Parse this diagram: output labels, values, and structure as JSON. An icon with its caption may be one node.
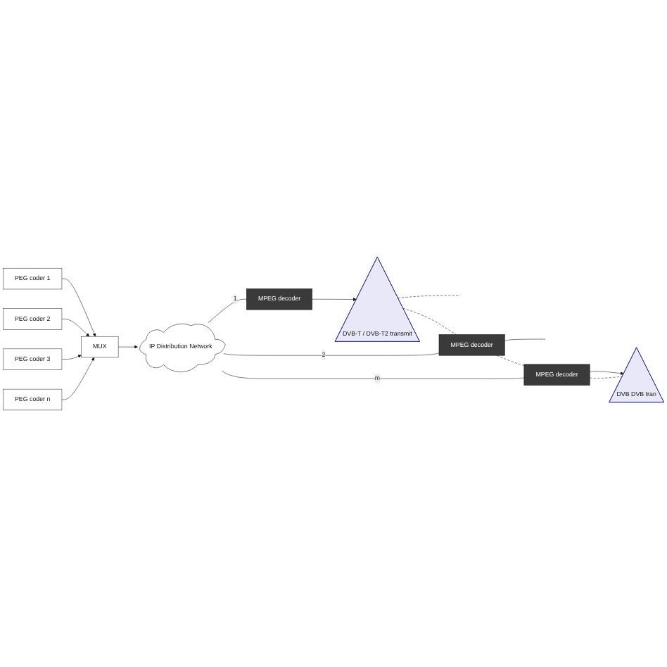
{
  "diagram": {
    "nodes": [
      {
        "text": [
          "PEG coder 1"
        ]
      },
      {
        "text": [
          "PEG coder 2"
        ]
      },
      {
        "text": [
          "PEG coder 3"
        ]
      },
      {
        "text": [
          "PEG coder n"
        ]
      },
      {
        "text": [
          "MUX"
        ]
      },
      {
        "text": [
          "IP Distribution Network"
        ]
      },
      {
        "text": [
          "MPEG decoder"
        ]
      },
      {
        "text": [
          "MPEG decoder"
        ]
      },
      {
        "text": [
          "MPEG decoder"
        ]
      },
      {
        "text": [
          "DVB-T / DVB-T2 transmit"
        ]
      },
      {
        "text": [
          "DVB DVB tran"
        ]
      }
    ],
    "edges": [
      {
        "from": 0,
        "to": 4,
        "arrow": "to"
      },
      {
        "from": 1,
        "to": 4,
        "arrow": "to"
      },
      {
        "from": 2,
        "to": 4,
        "arrow": "to"
      },
      {
        "from": 3,
        "to": 4,
        "arrow": "to"
      },
      {
        "from": 4,
        "to": 5,
        "arrow": "to"
      },
      {
        "from": 5,
        "to": 6,
        "label": "1",
        "arrow": "none"
      },
      {
        "from": 6,
        "to": 9,
        "arrow": "to"
      },
      {
        "from": 5,
        "to": 7,
        "label": "2",
        "arrow": "none"
      },
      {
        "from": 7,
        "to": null,
        "arrow": "none"
      },
      {
        "from": 5,
        "to": 8,
        "label": "m",
        "arrow": "none"
      },
      {
        "from": 8,
        "to": 10,
        "arrow": "to"
      },
      {
        "from": 9,
        "to": null,
        "arrow": "none",
        "style": "dashed"
      },
      {
        "from": 9,
        "to": 7,
        "arrow": "none",
        "style": "dashed"
      },
      {
        "from": 7,
        "to": 8,
        "arrow": "none",
        "style": "dashed"
      },
      {
        "from": 8,
        "to": 10,
        "arrow": "none",
        "style": "dashed"
      }
    ]
  }
}
